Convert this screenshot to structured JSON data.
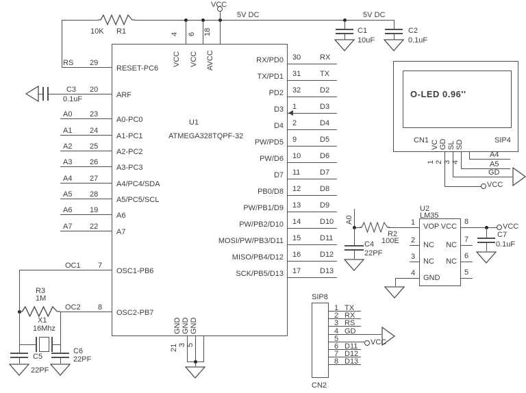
{
  "power": {
    "vcc": "VCC",
    "rail_label": "5V DC",
    "rail_label_2": "5V DC",
    "r1_value": "10K",
    "r1_ref": "R1",
    "c1_ref": "C1",
    "c1_value": "10uF",
    "c2_ref": "C2",
    "c2_value": "0.1uF"
  },
  "u1": {
    "ref": "U1",
    "part": "ATMEGA328TQPF-32",
    "top_pins": [
      {
        "num": "4",
        "name": "VCC"
      },
      {
        "num": "6",
        "name": "VCC"
      },
      {
        "num": "18",
        "name": "AVCC"
      }
    ],
    "bottom_pins": [
      {
        "num": "21",
        "name": "GND"
      },
      {
        "num": "3",
        "name": "GND"
      },
      {
        "num": "5",
        "name": "GND"
      }
    ],
    "left_pins": [
      {
        "net": "RS",
        "num": "29",
        "name": "RESET-PC6"
      },
      {
        "net": "",
        "num": "20",
        "name": "ARF"
      },
      {
        "net": "A0",
        "num": "23",
        "name": "A0-PC0"
      },
      {
        "net": "A1",
        "num": "24",
        "name": "A1-PC1"
      },
      {
        "net": "A2",
        "num": "25",
        "name": "A2-PC2"
      },
      {
        "net": "A3",
        "num": "26",
        "name": "A3-PC3"
      },
      {
        "net": "A4",
        "num": "27",
        "name": "A4/PC4/SDA"
      },
      {
        "net": "A5",
        "num": "28",
        "name": "A5/PC5/SCL"
      },
      {
        "net": "A6",
        "num": "19",
        "name": "A6"
      },
      {
        "net": "A7",
        "num": "22",
        "name": "A7"
      },
      {
        "net": "OC1",
        "num": "7",
        "name": "OSC1-PB6"
      },
      {
        "net": "OC2",
        "num": "8",
        "name": "OSC2-PB7"
      }
    ],
    "right_pins": [
      {
        "name": "RX/PD0",
        "num": "30",
        "net": "RX"
      },
      {
        "name": "TX/PD1",
        "num": "31",
        "net": "TX"
      },
      {
        "name": "PD2",
        "num": "32",
        "net": "D2"
      },
      {
        "name": "D3",
        "num": "1",
        "net": "D3"
      },
      {
        "name": "D4",
        "num": "2",
        "net": "D4"
      },
      {
        "name": "PW/PD5",
        "num": "9",
        "net": "D5"
      },
      {
        "name": "PW/D6",
        "num": "10",
        "net": "D6"
      },
      {
        "name": "D7",
        "num": "11",
        "net": "D7"
      },
      {
        "name": "PB0/D8",
        "num": "12",
        "net": "D8"
      },
      {
        "name": "PW/PB1/D9",
        "num": "13",
        "net": "D9"
      },
      {
        "name": "PW/PB2/D10",
        "num": "14",
        "net": "D10"
      },
      {
        "name": "MOSI/PW/PB3/D11",
        "num": "15",
        "net": "D11"
      },
      {
        "name": "MISO/PB4/D12",
        "num": "16",
        "net": "D12"
      },
      {
        "name": "SCK/PB5/D13",
        "num": "17",
        "net": "D13"
      }
    ]
  },
  "c3": {
    "ref": "C3",
    "value": "0.1uF"
  },
  "osc": {
    "r3_ref": "R3",
    "r3_value": "1M",
    "xtal_ref": "X1",
    "xtal_value": "16Mhz",
    "c5_ref": "C5",
    "c5_value": "22PF",
    "c6_ref": "C6",
    "c6_value": "22PF"
  },
  "oled": {
    "title": "O-LED 0.96''",
    "conn_ref": "CN1",
    "conn_type": "SIP4",
    "pin_names": [
      "VC",
      "GD",
      "SL",
      "SD"
    ],
    "pin_nums": [
      "1",
      "2",
      "3",
      "4"
    ],
    "net_a4": "A4",
    "net_a5": "A5",
    "net_gd": "GD",
    "net_vcc": "VCC"
  },
  "u2": {
    "ref": "U2",
    "part": "LM35",
    "left_pins": [
      {
        "num": "1",
        "name": "VOP"
      },
      {
        "num": "2",
        "name": "NC"
      },
      {
        "num": "3",
        "name": "NC"
      },
      {
        "num": "4",
        "name": "GND"
      }
    ],
    "right_pins": [
      {
        "num": "8",
        "name": "VCC"
      },
      {
        "num": "7",
        "name": "NC"
      },
      {
        "num": "6",
        "name": "NC"
      },
      {
        "num": "5",
        "name": ""
      }
    ],
    "a0_net": "A0",
    "r2_ref": "R2",
    "r2_value": "100E",
    "c4_ref": "C4",
    "c4_value": "22PF",
    "c7_ref": "C7",
    "c7_value": "0.1uF",
    "vcc_net": "VCC"
  },
  "cn2": {
    "conn_type": "SIP8",
    "conn_ref": "CN2",
    "vcc_net": "VCC",
    "pins": [
      {
        "num": "1",
        "net": "TX"
      },
      {
        "num": "2",
        "net": "RX"
      },
      {
        "num": "3",
        "net": "RS"
      },
      {
        "num": "4",
        "net": "GD"
      },
      {
        "num": "5",
        "net": ""
      },
      {
        "num": "6",
        "net": "D11"
      },
      {
        "num": "7",
        "net": "D12"
      },
      {
        "num": "8",
        "net": "D13"
      }
    ]
  }
}
